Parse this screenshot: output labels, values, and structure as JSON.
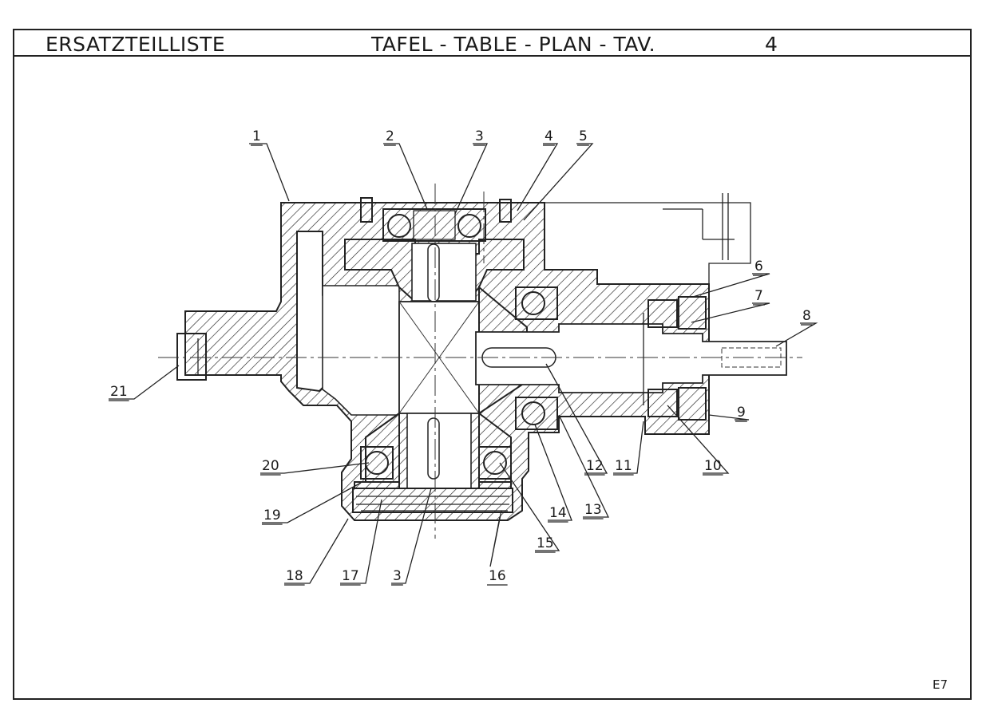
{
  "header": {
    "left_title": "ERSATZTEILLISTE",
    "table_title": "TAFEL - TABLE - PLAN - TAV.",
    "table_number": "4"
  },
  "callouts": [
    {
      "id": "callout-1",
      "label": "1"
    },
    {
      "id": "callout-2",
      "label": "2"
    },
    {
      "id": "callout-3-top",
      "label": "3"
    },
    {
      "id": "callout-4",
      "label": "4"
    },
    {
      "id": "callout-5",
      "label": "5"
    },
    {
      "id": "callout-6",
      "label": "6"
    },
    {
      "id": "callout-7",
      "label": "7"
    },
    {
      "id": "callout-8",
      "label": "8"
    },
    {
      "id": "callout-9",
      "label": "9"
    },
    {
      "id": "callout-10",
      "label": "10"
    },
    {
      "id": "callout-11",
      "label": "11"
    },
    {
      "id": "callout-12",
      "label": "12"
    },
    {
      "id": "callout-13",
      "label": "13"
    },
    {
      "id": "callout-14",
      "label": "14"
    },
    {
      "id": "callout-15",
      "label": "15"
    },
    {
      "id": "callout-16",
      "label": "16"
    },
    {
      "id": "callout-17",
      "label": "17"
    },
    {
      "id": "callout-3-bottom",
      "label": "3"
    },
    {
      "id": "callout-18",
      "label": "18"
    },
    {
      "id": "callout-19",
      "label": "19"
    },
    {
      "id": "callout-20",
      "label": "20"
    },
    {
      "id": "callout-21",
      "label": "21"
    }
  ],
  "footer": {
    "page_code": "E7"
  }
}
